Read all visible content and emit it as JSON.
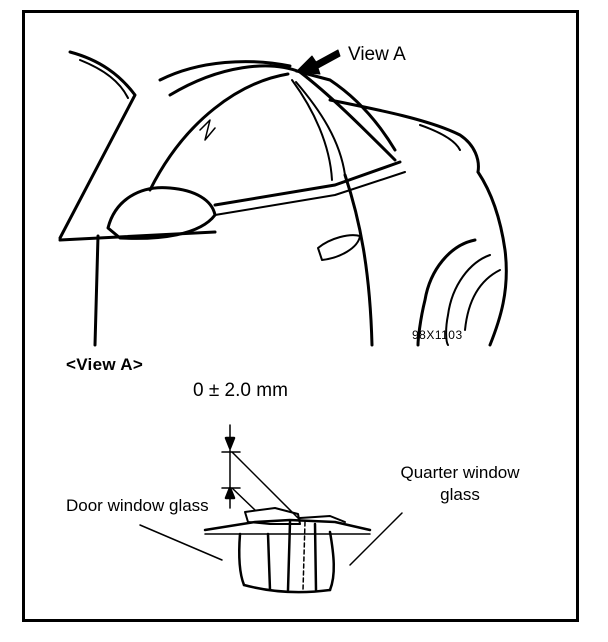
{
  "labels": {
    "view_a_callout": "View A",
    "part_number": "98X1103",
    "view_heading": "<View A>",
    "tolerance": "0 ± 2.0 mm",
    "door_glass": "Door window glass",
    "quarter_glass": "Quarter window glass"
  }
}
